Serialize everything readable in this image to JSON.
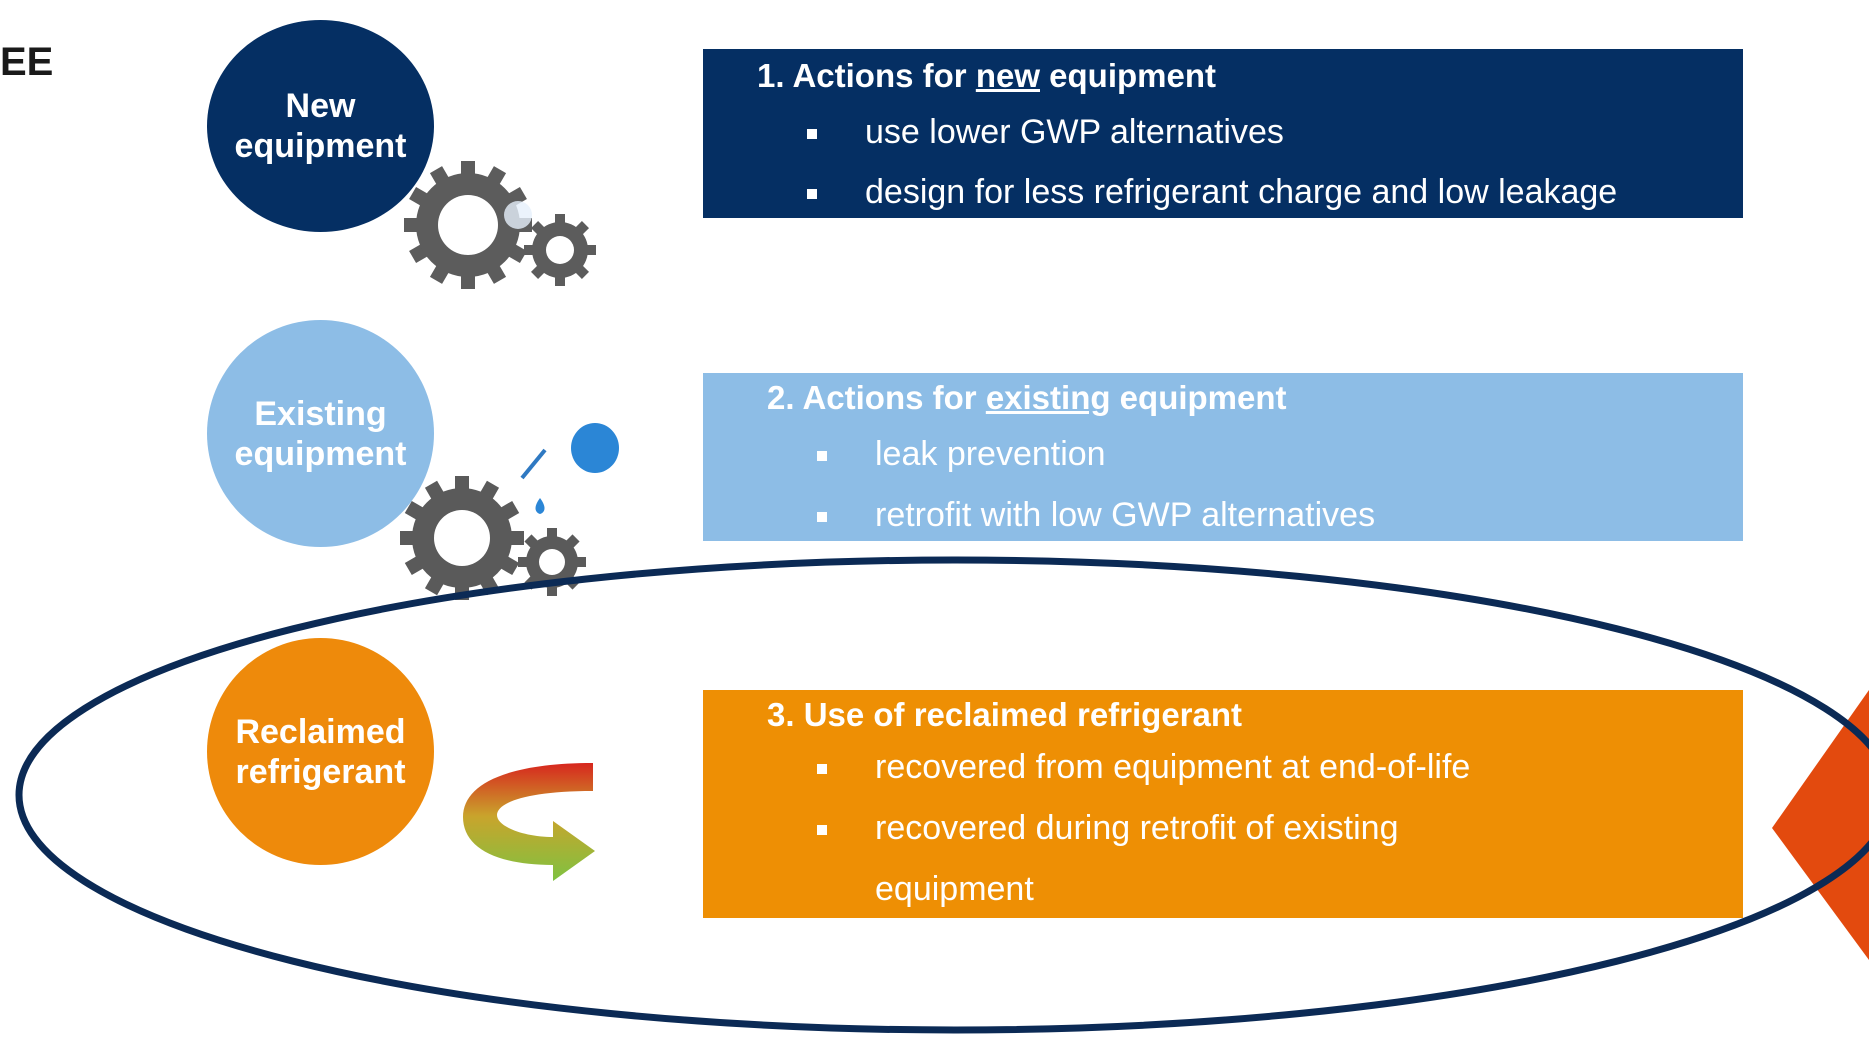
{
  "corner_text": "EE",
  "rows": [
    {
      "circle_label_line1": "New",
      "circle_label_line2": "equipment",
      "heading_prefix": "1. Actions for ",
      "heading_underlined": "new",
      "heading_suffix": " equipment",
      "bullets": [
        "use lower GWP alternatives",
        "design for less refrigerant charge and low leakage"
      ],
      "icon": "gears-icon"
    },
    {
      "circle_label_line1": "Existing",
      "circle_label_line2": "equipment",
      "heading_prefix": "2. Actions for ",
      "heading_underlined": "existing",
      "heading_suffix": " equipment",
      "bullets": [
        "leak prevention",
        "retrofit with low GWP alternatives"
      ],
      "icon": "gears-with-droplet-icon"
    },
    {
      "circle_label_line1": "Reclaimed",
      "circle_label_line2": "refrigerant",
      "heading_text": "3. Use of reclaimed refrigerant",
      "bullets": [
        "recovered from equipment at end-of-life",
        "recovered during retrofit of existing",
        "equipment"
      ],
      "icon": "curved-arrow-icon"
    }
  ],
  "colors": {
    "navy": "#052f63",
    "light_blue": "#8dbde6",
    "orange": "#ee8f04",
    "accent_red_orange": "#e34a0e"
  }
}
